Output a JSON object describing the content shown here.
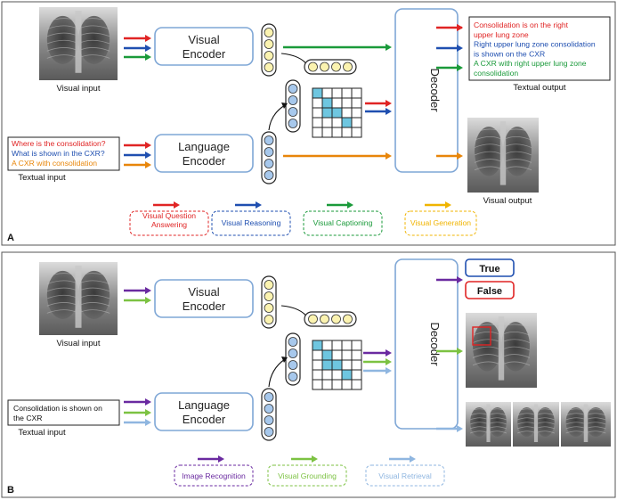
{
  "panel_a": {
    "letter": "A",
    "visual_input_label": "Visual input",
    "visual_encoder": "Visual\nEncoder",
    "language_encoder": "Language\nEncoder",
    "decoder": "Decoder",
    "textual_input_lines": [
      {
        "text": "Where is the consolidation?",
        "color": "#e02424"
      },
      {
        "text": "What is shown in the CXR?",
        "color": "#1f4fb0"
      },
      {
        "text": "A CXR with consolidation",
        "color": "#e8860a"
      }
    ],
    "textual_input_label": "Textual input",
    "textual_output_lines": [
      {
        "text": "Consolidation is on the right",
        "color": "#e02424"
      },
      {
        "text": "upper lung zone",
        "color": "#e02424"
      },
      {
        "text": "Right upper lung zone consolidation",
        "color": "#1f4fb0"
      },
      {
        "text": "is shown on the CXR",
        "color": "#1f4fb0"
      },
      {
        "text": "A CXR with right upper lung zone",
        "color": "#1a9a3a"
      },
      {
        "text": "consolidation",
        "color": "#1a9a3a"
      }
    ],
    "textual_output_label": "Textual output",
    "visual_output_label": "Visual output",
    "tasks": [
      {
        "label": "Visual Question\nAnswering",
        "color": "#e02424"
      },
      {
        "label": "Visual Reasoning",
        "color": "#1f4fb0"
      },
      {
        "label": "Visual Captioning",
        "color": "#1a9a3a"
      },
      {
        "label": "Visual Generation",
        "color": "#f0b400"
      }
    ]
  },
  "panel_b": {
    "letter": "B",
    "visual_input_label": "Visual input",
    "visual_encoder": "Visual\nEncoder",
    "language_encoder": "Language\nEncoder",
    "decoder": "Decoder",
    "textual_input_lines": [
      {
        "text": "Consolidation is shown on",
        "color": "#111111"
      },
      {
        "text": "the CXR",
        "color": "#111111"
      }
    ],
    "textual_input_label": "Textual input",
    "true_label": "True",
    "false_label": "False",
    "tasks": [
      {
        "label": "Image Recognition",
        "color": "#6a2aa0"
      },
      {
        "label": "Visual Grounding",
        "color": "#7cc242"
      },
      {
        "label": "Visual Retrieval",
        "color": "#8fb6e0"
      }
    ]
  },
  "colors": {
    "encoder_stroke": "#7fa7d6",
    "token_yellow": "#fbf3b0",
    "token_blue": "#a7c8ec",
    "grid_cyan": "#6ec6e0",
    "red": "#e02424",
    "blue": "#1f4fb0",
    "green": "#1a9a3a",
    "orange": "#e8860a",
    "purple": "#6a2aa0",
    "lightgreen": "#7cc242",
    "lightblue": "#8fb6e0"
  }
}
